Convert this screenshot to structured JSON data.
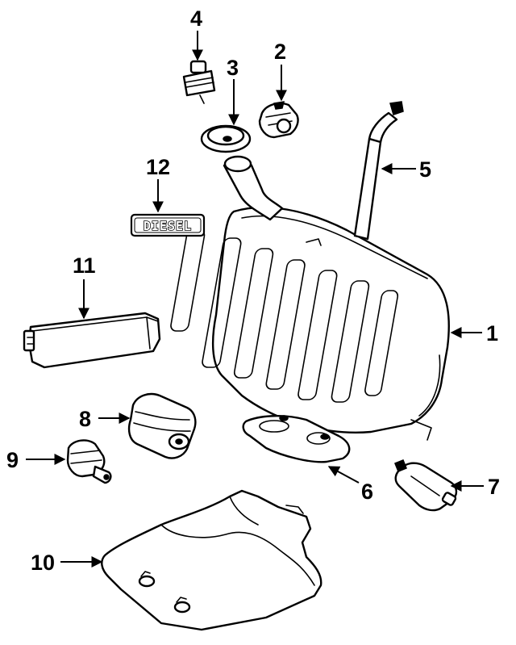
{
  "callouts": {
    "c1": "1",
    "c2": "2",
    "c3": "3",
    "c4": "4",
    "c5": "5",
    "c6": "6",
    "c7": "7",
    "c8": "8",
    "c9": "9",
    "c10": "10",
    "c11": "11",
    "c12": "12"
  },
  "badge_text": "DIESEL"
}
